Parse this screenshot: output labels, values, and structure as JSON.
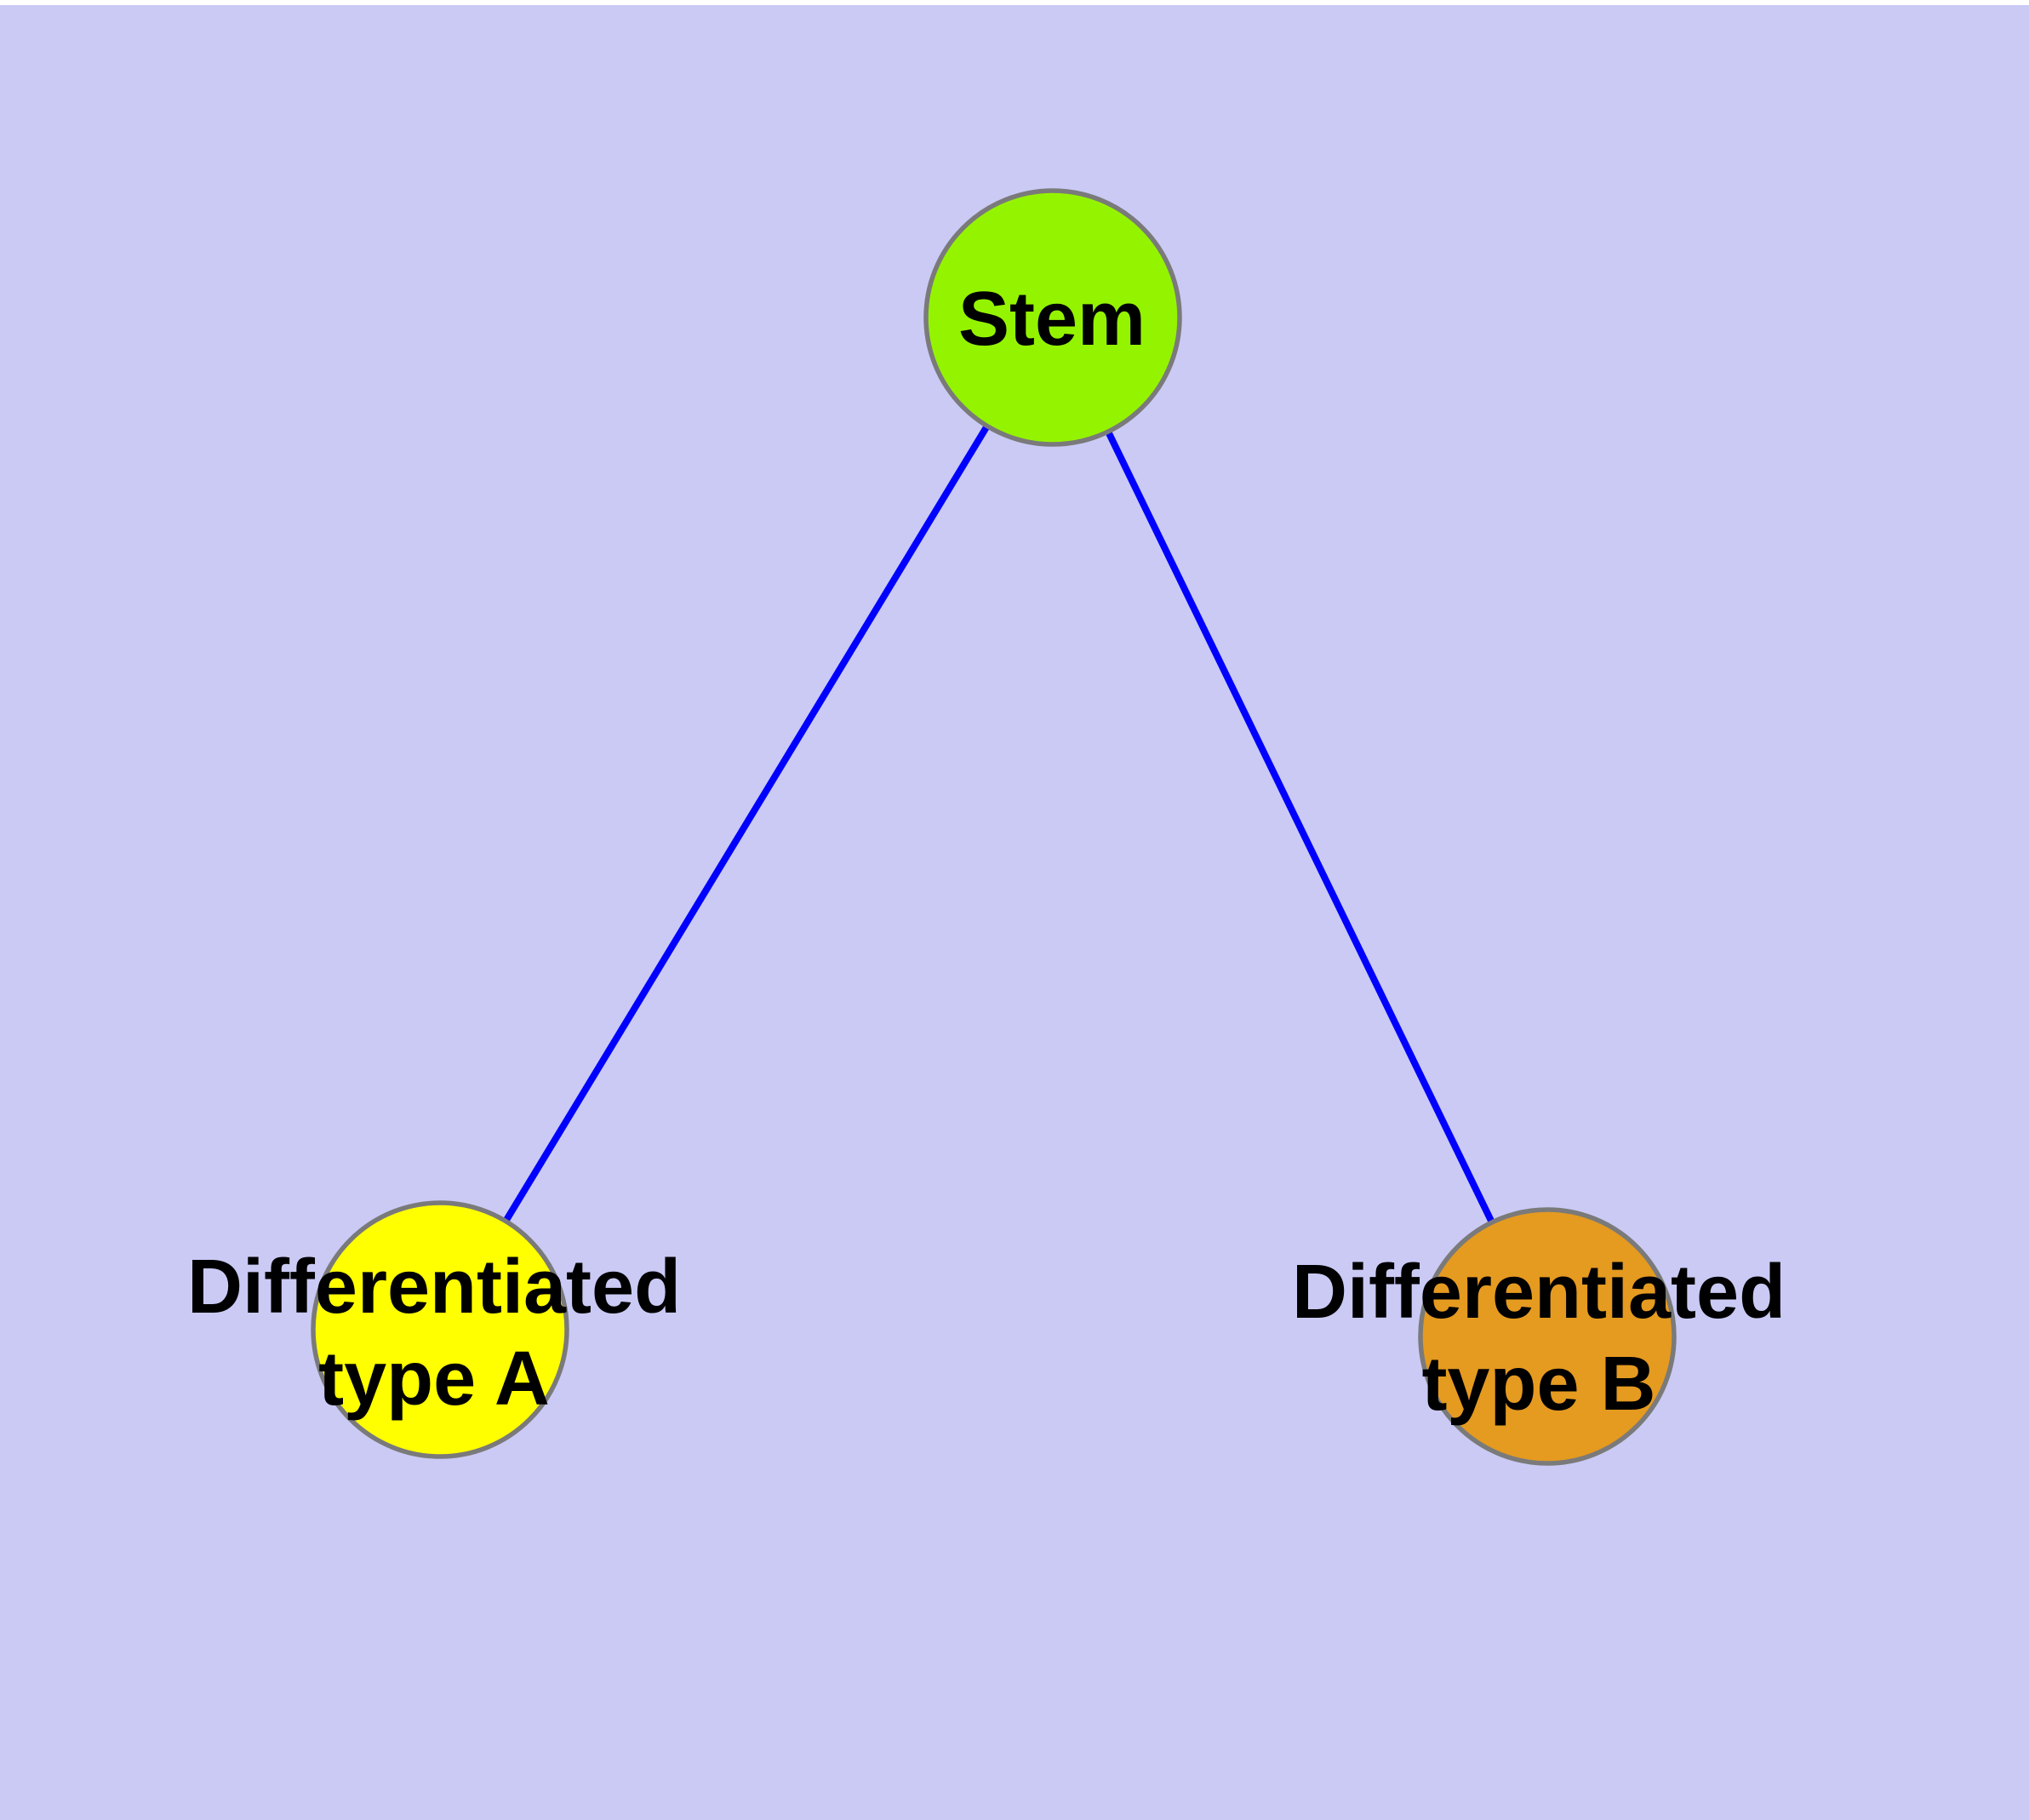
{
  "diagram": {
    "colors": {
      "background": "#CACAF5",
      "page_margin": "#FFFFFF",
      "edge": "#0000FF",
      "node_border": "#7A7A7A",
      "label_text": "#000000"
    },
    "nodes": {
      "stem": {
        "label": "Stem",
        "fill": "#94F400"
      },
      "type_a": {
        "label": "Differentiated\ntype A",
        "fill": "#FFFF00"
      },
      "type_b": {
        "label": "Differentiated\ntype B",
        "fill": "#E59A20"
      }
    },
    "edges": [
      {
        "from": "Stem",
        "to": "Differentiated type A"
      },
      {
        "from": "Stem",
        "to": "Differentiated type B"
      }
    ]
  }
}
